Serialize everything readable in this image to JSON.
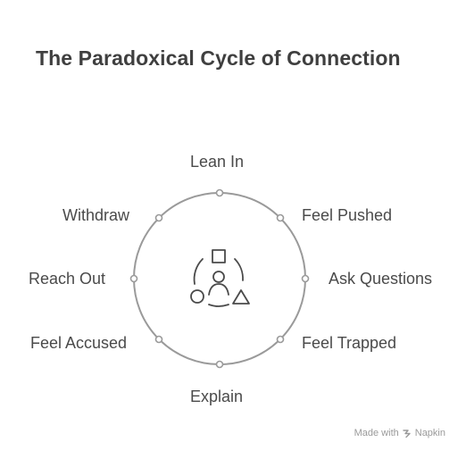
{
  "title": "The Paradoxical Cycle of Connection",
  "cycle": {
    "stages": [
      {
        "id": "lean-in",
        "label": "Lean In"
      },
      {
        "id": "feel-pushed",
        "label": "Feel Pushed"
      },
      {
        "id": "ask-questions",
        "label": "Ask Questions"
      },
      {
        "id": "feel-trapped",
        "label": "Feel Trapped"
      },
      {
        "id": "explain",
        "label": "Explain"
      },
      {
        "id": "feel-accused",
        "label": "Feel Accused"
      },
      {
        "id": "reach-out",
        "label": "Reach Out"
      },
      {
        "id": "withdraw",
        "label": "Withdraw"
      }
    ],
    "center_icon": "people-shapes-cycle-icon",
    "colors": {
      "ring": "#9a9a9a",
      "node_fill": "#ffffff",
      "icon": "#4a4a4a"
    }
  },
  "watermark": {
    "prefix": "Made with",
    "brand": "Napkin",
    "icon": "napkin-logo-icon"
  }
}
